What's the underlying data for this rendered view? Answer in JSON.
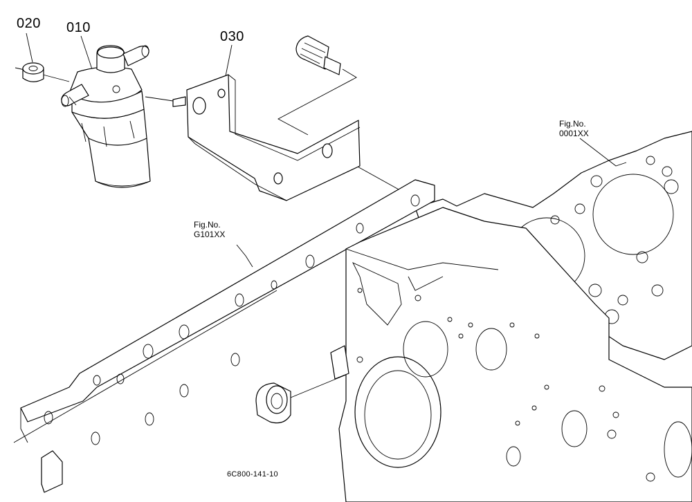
{
  "callouts": {
    "part_020": "020",
    "part_010": "010",
    "part_030": "030"
  },
  "figure_refs": {
    "gasket": {
      "label": "Fig.No.",
      "code": "0001XX"
    },
    "block": {
      "label": "Fig.No.",
      "code": "G101XX"
    }
  },
  "drawing_id": "6C800-141-10"
}
